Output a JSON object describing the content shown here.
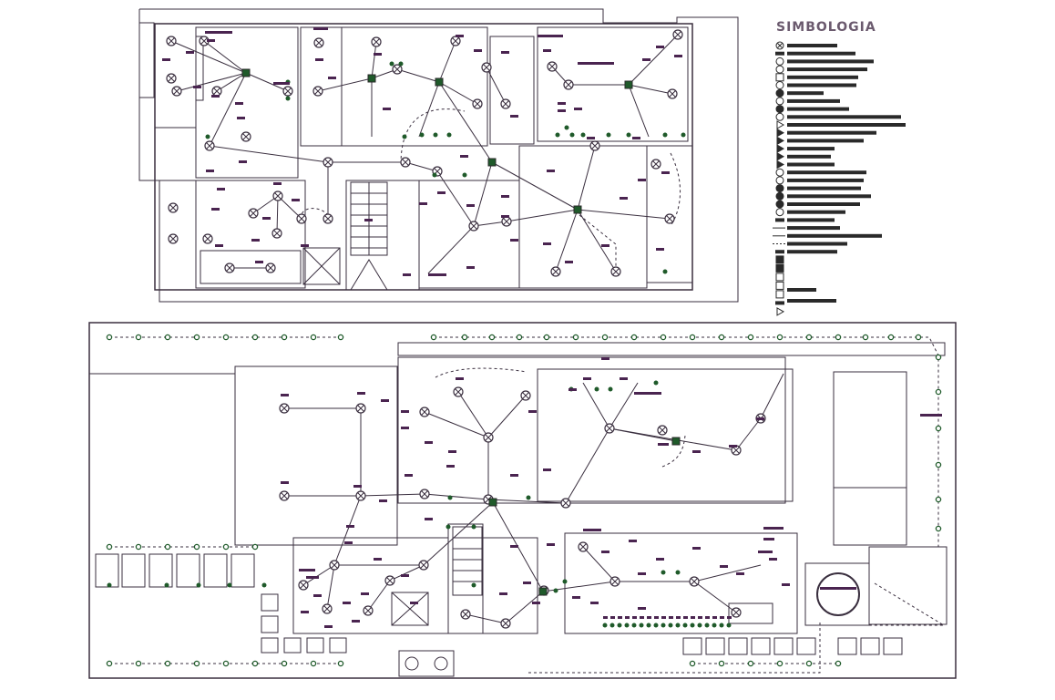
{
  "legend": {
    "title": "SIMBOLOGIA",
    "symbols": [
      "lamp-x-circle",
      "bar",
      "half-circle",
      "double-circle",
      "rect",
      "circle",
      "half-filled",
      "circle-dot",
      "filled-circle",
      "ring",
      "triangle-outline",
      "triangle-filled",
      "triangle-filled",
      "triangle-filled",
      "triangle-filled",
      "triangle-filled",
      "small-circle",
      "half-circle",
      "filled-circle",
      "filled-circle",
      "filled-circle",
      "double-circle",
      "antenna",
      "short-line",
      "long-line",
      "dashed-line",
      "bar",
      "square-filled",
      "square-filled",
      "square-outline",
      "square-outline",
      "panel",
      "ground",
      "triangle-outline"
    ]
  },
  "colors": {
    "line": "#3a2f3f",
    "label": "#4a2450",
    "green": "#1f5a2a",
    "title": "#6b5a6e",
    "dark": "#2a2a2a"
  }
}
